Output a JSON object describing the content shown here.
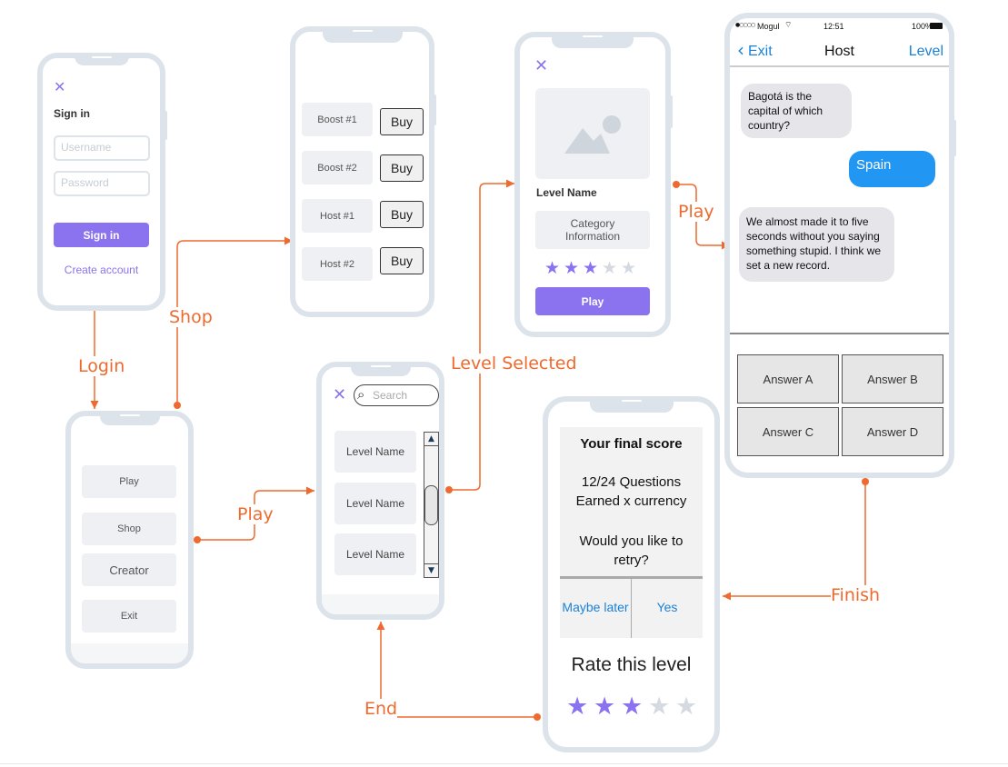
{
  "labels": {
    "login": "Login",
    "shop": "Shop",
    "play_menu": "Play",
    "level_selected": "Level Selected",
    "play_level": "Play",
    "finish": "Finish",
    "end": "End"
  },
  "signin": {
    "close": "✕",
    "title": "Sign in",
    "username_placeholder": "Username",
    "password_placeholder": "Password",
    "button": "Sign in",
    "create_account": "Create account"
  },
  "menu": {
    "items": [
      "Play",
      "Shop",
      "Creator",
      "Exit"
    ]
  },
  "shop": {
    "items": [
      {
        "label": "Boost #1",
        "buy": "Buy"
      },
      {
        "label": "Boost #2",
        "buy": "Buy"
      },
      {
        "label": "Host #1",
        "buy": "Buy"
      },
      {
        "label": "Host #2",
        "buy": "Buy"
      }
    ]
  },
  "levels": {
    "close": "✕",
    "search_placeholder": "Search",
    "items": [
      "Level Name",
      "Level Name",
      "Level Name"
    ]
  },
  "level_detail": {
    "close": "✕",
    "name": "Level Name",
    "category": "Category Information",
    "rating": 3,
    "rating_max": 5,
    "play": "Play"
  },
  "chat": {
    "status": {
      "carrier": "Mogul",
      "time": "12:51",
      "battery": "100%"
    },
    "nav": {
      "back": "Exit",
      "title": "Host",
      "right": "Level"
    },
    "messages": [
      {
        "from": "host",
        "text": "Bagotá is the capital of which country?"
      },
      {
        "from": "player",
        "text": "Spain"
      },
      {
        "from": "host",
        "text": "We almost made it to five seconds without you saying something stupid. I think we set a new record."
      }
    ],
    "answers": [
      "Answer A",
      "Answer B",
      "Answer C",
      "Answer D"
    ]
  },
  "score": {
    "title": "Your final score",
    "questions": "12/24 Questions",
    "currency": "Earned x currency",
    "retry_question": "Would you like to retry?",
    "maybe_later": "Maybe later",
    "yes": "Yes",
    "rate_title": "Rate this level",
    "rating": 3,
    "rating_max": 5
  },
  "colors": {
    "accent_purple": "#8b73ef",
    "connector_orange": "#ee6a2e",
    "phone_frame": "#dde3ea",
    "ios_blue": "#1a82d6",
    "star_filled": "#8b73ef",
    "star_empty": "#d5d9e0"
  }
}
